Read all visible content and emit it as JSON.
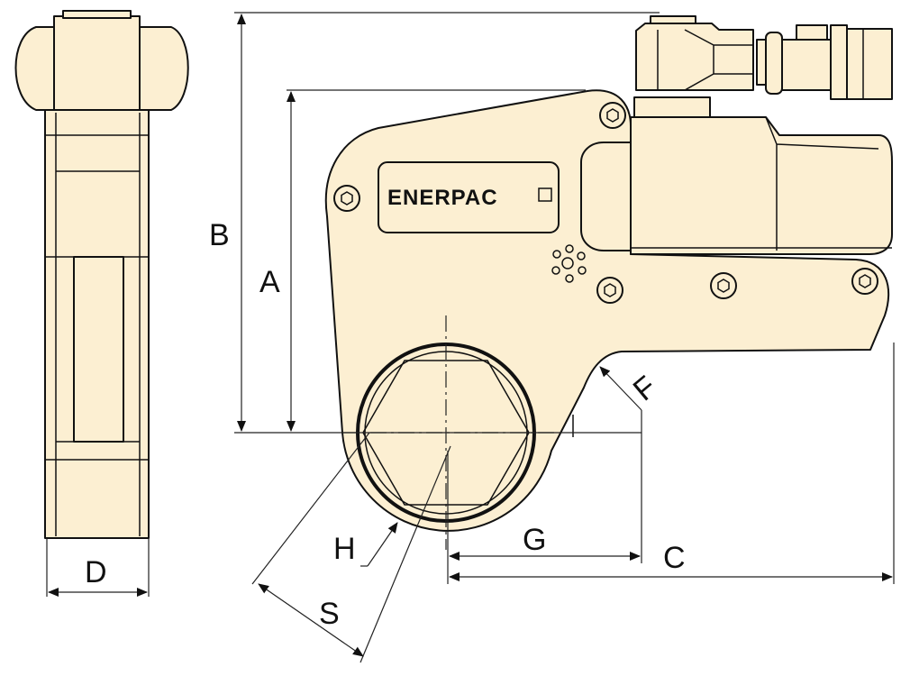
{
  "brand": {
    "logo_text": "ENERPAC",
    "fill_color": "#fcefd2"
  },
  "dimensions": {
    "A": "A",
    "B": "B",
    "C": "C",
    "D": "D",
    "F": "F",
    "G": "G",
    "H": "H",
    "S": "S"
  }
}
